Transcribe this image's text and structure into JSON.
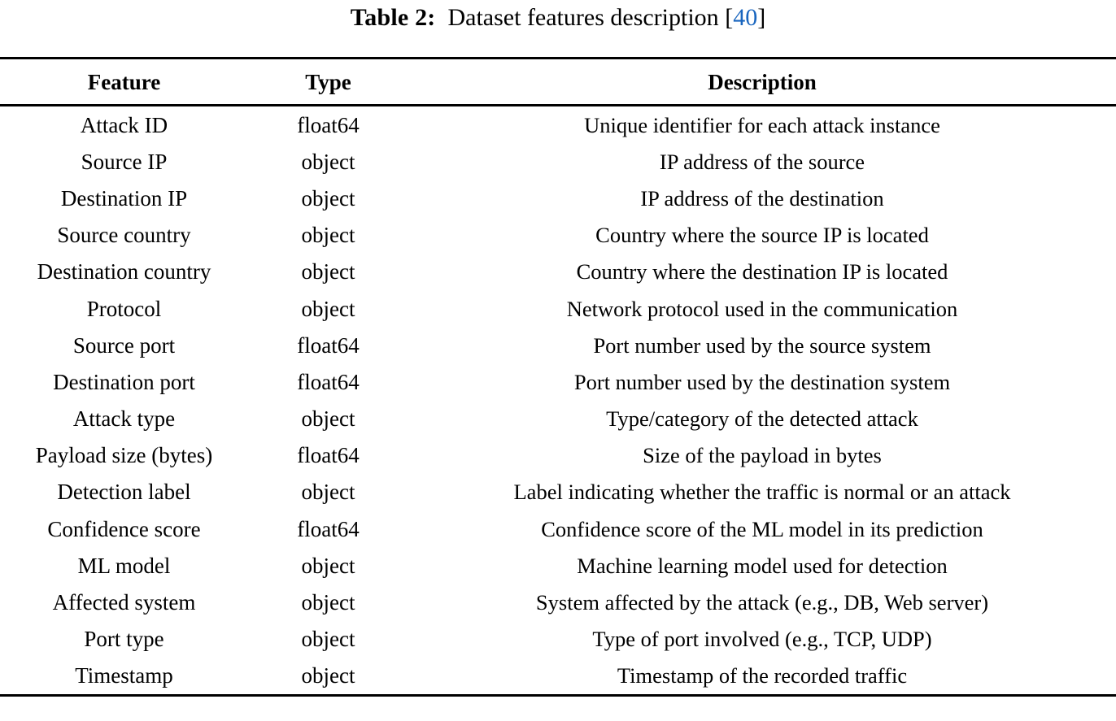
{
  "caption": {
    "label": "Table 2:",
    "text": "Dataset features description",
    "bracket_open": "[",
    "reference": "40",
    "bracket_close": "]",
    "reference_color": "#1a66bf"
  },
  "table": {
    "columns": [
      "Feature",
      "Type",
      "Description"
    ],
    "rows": [
      {
        "feature": "Attack ID",
        "type": "float64",
        "description": "Unique identifier for each attack instance"
      },
      {
        "feature": "Source IP",
        "type": "object",
        "description": "IP address of the source"
      },
      {
        "feature": "Destination IP",
        "type": "object",
        "description": "IP address of the destination"
      },
      {
        "feature": "Source country",
        "type": "object",
        "description": "Country where the source IP is located"
      },
      {
        "feature": "Destination country",
        "type": "object",
        "description": "Country where the destination IP is located"
      },
      {
        "feature": "Protocol",
        "type": "object",
        "description": "Network protocol used in the communication"
      },
      {
        "feature": "Source port",
        "type": "float64",
        "description": "Port number used by the source system"
      },
      {
        "feature": "Destination port",
        "type": "float64",
        "description": "Port number used by the destination system"
      },
      {
        "feature": "Attack type",
        "type": "object",
        "description": "Type/category of the detected attack"
      },
      {
        "feature": "Payload size (bytes)",
        "type": "float64",
        "description": "Size of the payload in bytes"
      },
      {
        "feature": "Detection label",
        "type": "object",
        "description": "Label indicating whether the traffic is normal or an attack"
      },
      {
        "feature": "Confidence score",
        "type": "float64",
        "description": "Confidence score of the ML model in its prediction"
      },
      {
        "feature": "ML model",
        "type": "object",
        "description": "Machine learning model used for detection"
      },
      {
        "feature": "Affected system",
        "type": "object",
        "description": "System affected by the attack (e.g., DB, Web server)"
      },
      {
        "feature": "Port type",
        "type": "object",
        "description": "Type of port involved (e.g., TCP, UDP)"
      },
      {
        "feature": "Timestamp",
        "type": "object",
        "description": "Timestamp of the recorded traffic"
      }
    ]
  }
}
